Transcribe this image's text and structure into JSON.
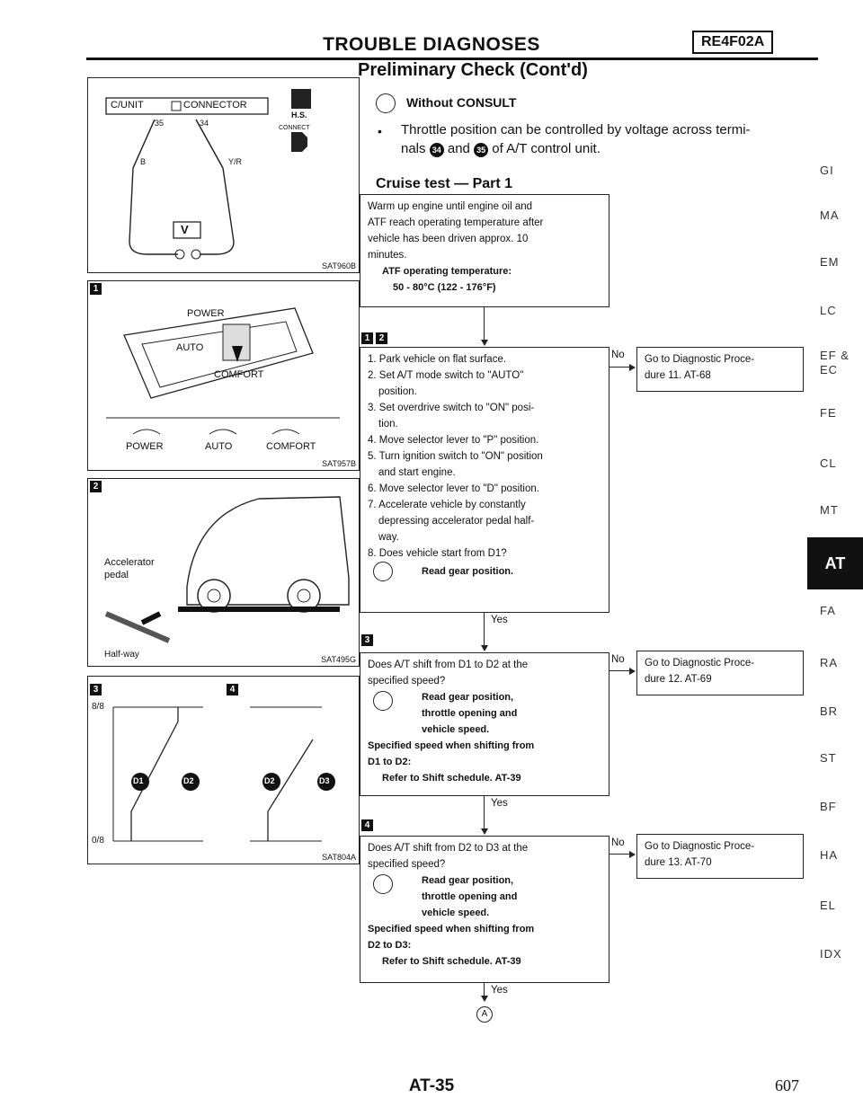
{
  "header": {
    "title": "TROUBLE DIAGNOSES",
    "code": "RE4F02A",
    "subtitle": "Preliminary Check (Cont'd)"
  },
  "figures": {
    "fig1": {
      "cunit": "C/UNIT",
      "connector": "CONNECTOR",
      "pin35": "35",
      "pin34": "34",
      "wireB": "B",
      "wireYR": "Y/R",
      "hs": "H.S.",
      "connect": "CONNECT",
      "code": "SAT960B"
    },
    "fig2": {
      "power": "POWER",
      "auto": "AUTO",
      "comfort": "COMFORT",
      "code": "SAT957B"
    },
    "fig3": {
      "accel_line1": "Accelerator",
      "accel_line2": "pedal",
      "halfway": "Half-way",
      "code": "SAT495G"
    },
    "fig4": {
      "top": "8/8",
      "bottom": "0/8",
      "d1": "D1",
      "d2": "D2",
      "d3": "D3",
      "code": "SAT804A"
    }
  },
  "intro": {
    "heading": "Without CONSULT",
    "bullet_line1": "Throttle position can be controlled by voltage across termi-",
    "bullet_line2": "nals",
    "t34": "34",
    "and": "and",
    "t35": "35",
    "bullet_tail": "of A/T control unit."
  },
  "cruise_title": "Cruise test — Part 1",
  "box0": {
    "l1": "Warm up engine until engine oil and",
    "l2": "ATF reach operating temperature after",
    "l3": "vehicle has been driven approx. 10",
    "l4": "minutes.",
    "b1": "ATF operating temperature:",
    "b2": "50 - 80°C (122 - 176°F)"
  },
  "steps": {
    "s1": "1",
    "s2": "2",
    "s3": "3",
    "s4": "4"
  },
  "box1": {
    "l1": "1. Park vehicle on flat surface.",
    "l2": "2. Set A/T mode switch to \"AUTO\"",
    "l3": "position.",
    "l4": "3. Set overdrive switch to \"ON\" posi-",
    "l5": "tion.",
    "l6": "4. Move selector lever to \"P\" position.",
    "l7": "5. Turn ignition switch to \"ON\" position",
    "l8": "and start engine.",
    "l9": "6. Move selector lever to \"D\" position.",
    "l10": "7. Accelerate vehicle by constantly",
    "l11": "depressing accelerator pedal half-",
    "l12": "way.",
    "l13": "8. Does vehicle start from D1?",
    "b1": "Read gear position."
  },
  "box2": {
    "l1": "Does A/T shift from D1 to D2 at the",
    "l2": "specified speed?",
    "b1": "Read gear position,",
    "b2": "throttle opening and",
    "b3": "vehicle speed.",
    "b4": "Specified speed when shifting from",
    "b5": "D1 to D2:",
    "b6": "Refer to Shift schedule. AT-39"
  },
  "box3": {
    "l1": "Does A/T shift from D2 to D3 at the",
    "l2": "specified speed?",
    "b1": "Read gear position,",
    "b2": "throttle opening and",
    "b3": "vehicle speed.",
    "b4": "Specified speed when shifting from",
    "b5": "D2 to D3:",
    "b6": "Refer to Shift schedule. AT-39"
  },
  "no_boxes": {
    "n1_l1": "Go to Diagnostic Proce-",
    "n1_l2": "dure 11. AT-68",
    "n2_l1": "Go to Diagnostic Proce-",
    "n2_l2": "dure 12. AT-69",
    "n3_l1": "Go to Diagnostic Proce-",
    "n3_l2": "dure 13. AT-70"
  },
  "flow_labels": {
    "no": "No",
    "yes": "Yes",
    "connector": "A"
  },
  "tabs": [
    "GI",
    "MA",
    "EM",
    "LC",
    "EF &",
    "EC",
    "FE",
    "CL",
    "MT",
    "AT",
    "FA",
    "RA",
    "BR",
    "ST",
    "BF",
    "HA",
    "EL",
    "IDX"
  ],
  "footer": {
    "page_label": "AT-35",
    "page_number": "607"
  }
}
